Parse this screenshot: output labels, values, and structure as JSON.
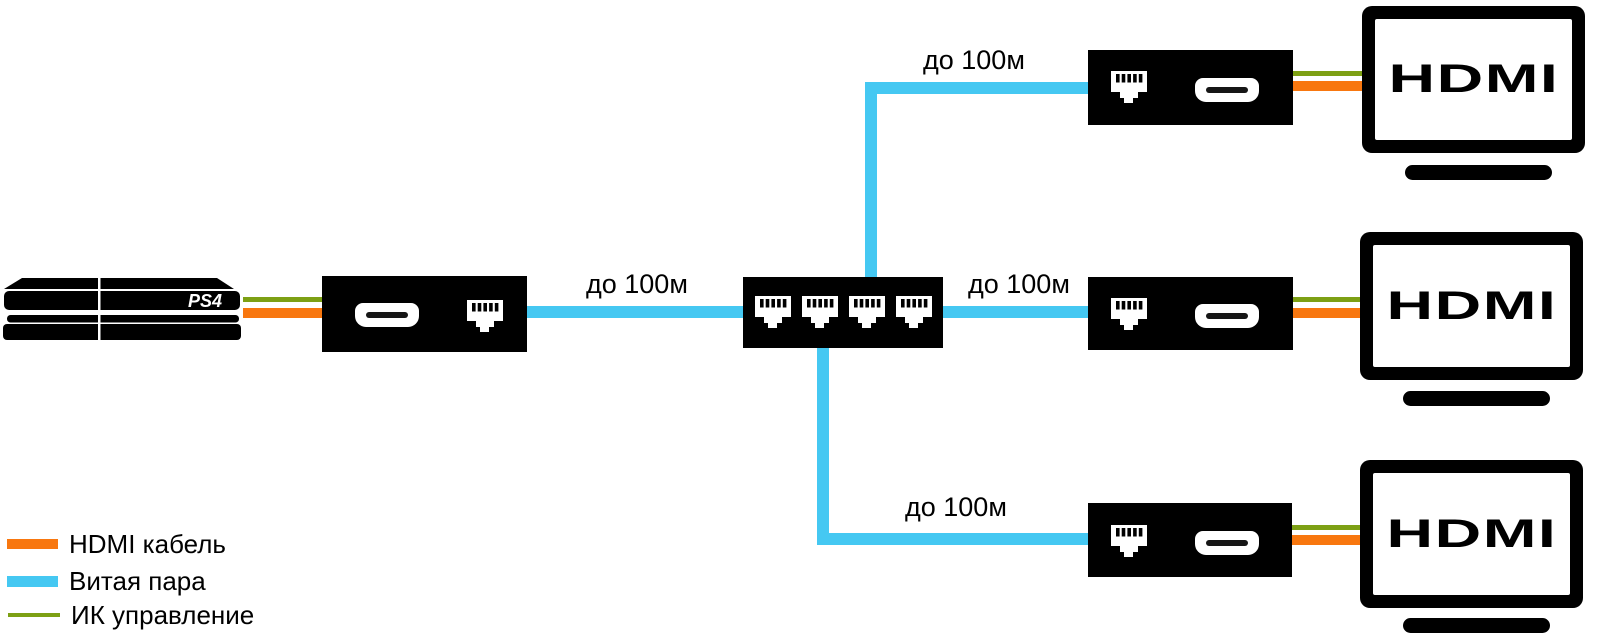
{
  "colors": {
    "hdmi_cable_orange": "#F8770F",
    "twisted_pair_blue": "#45C8F2",
    "ir_control_green": "#7DA014",
    "device_black": "#000000"
  },
  "source_device": {
    "logo_text": "PS4"
  },
  "distance_labels": {
    "tx_to_splitter": "до 100м",
    "splitter_to_top_receiver": "до 100м",
    "splitter_to_middle_receiver": "до 100м",
    "splitter_to_bottom_receiver": "до 100м"
  },
  "tvs": [
    {
      "label": "HDMI"
    },
    {
      "label": "HDMI"
    },
    {
      "label": "HDMI"
    }
  ],
  "legend": [
    {
      "label": "HDMI кабель",
      "color": "#F8770F"
    },
    {
      "label": "Витая пара",
      "color": "#45C8F2"
    },
    {
      "label": "ИК управление",
      "color": "#7DA014"
    }
  ]
}
